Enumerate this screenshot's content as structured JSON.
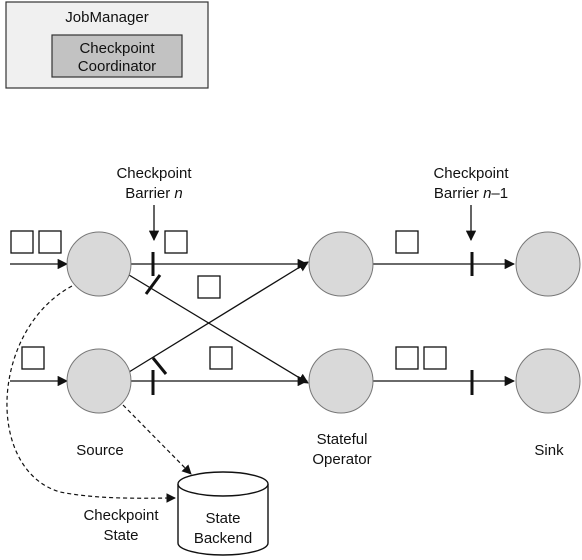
{
  "jobmanager": {
    "title": "JobManager",
    "coordinator_line1": "Checkpoint",
    "coordinator_line2": "Coordinator"
  },
  "barrier_n": {
    "line1": "Checkpoint",
    "line2_prefix": "Barrier ",
    "line2_var": "n"
  },
  "barrier_n1": {
    "line1": "Checkpoint",
    "line2_prefix": "Barrier ",
    "line2_var": "n",
    "line2_suffix": "–1"
  },
  "labels": {
    "source": "Source",
    "operator_line1": "Stateful",
    "operator_line2": "Operator",
    "sink": "Sink",
    "checkpoint_state_line1": "Checkpoint",
    "checkpoint_state_line2": "State"
  },
  "state_backend": {
    "line1": "State",
    "line2": "Backend"
  },
  "colors": {
    "node_fill": "#d9d9d9",
    "outer_box_fill": "#f0f0f0",
    "inner_box_fill": "#c2c2c2",
    "stroke": "#111111"
  }
}
